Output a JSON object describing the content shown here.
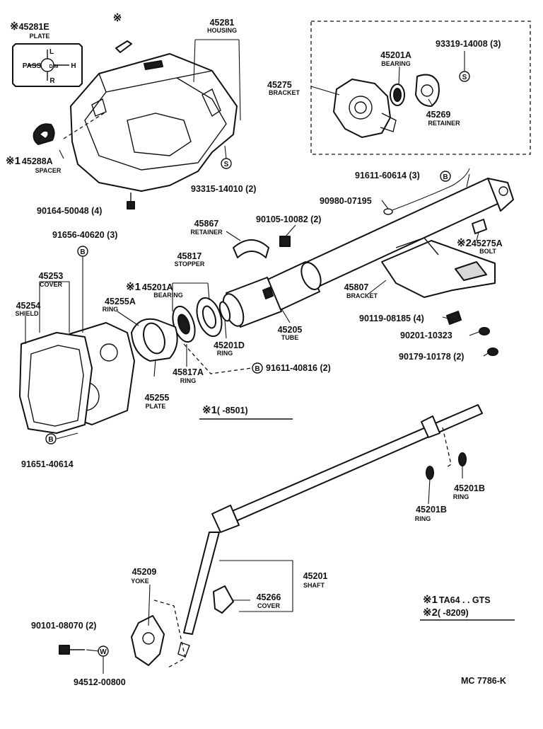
{
  "notes": {
    "n1_mark": "※1",
    "n1_text": "TA64 . . GTS",
    "n2_mark": "※2",
    "n2_text": "(        -8209)",
    "range_mark": "※1",
    "range_text": "(        -8501)",
    "catalog_code": "MC  7786-K"
  },
  "symbols": {
    "s": "S",
    "b": "B",
    "w": "W"
  },
  "mark": "※",
  "plate_label": {
    "line1": "L",
    "line2": "PASS",
    "line3": "DIM",
    "line4": "R",
    "line5": "H"
  },
  "parts": {
    "p45281e": {
      "mark": "※",
      "number": "45281E",
      "name": "PLATE"
    },
    "p45281": {
      "number": "45281",
      "name": "HOUSING"
    },
    "p45288a": {
      "mark": "※1",
      "number": "45288A",
      "name": "SPACER"
    },
    "p93315": {
      "number": "93315-14010 (2)"
    },
    "p90164": {
      "number": "90164-50048 (4)"
    },
    "p45275": {
      "number": "45275",
      "name": "BRACKET"
    },
    "p45201a_top": {
      "number": "45201A",
      "name": "BEARING"
    },
    "p93319": {
      "number": "93319-14008 (3)"
    },
    "p45269": {
      "number": "45269",
      "name": "RETAINER"
    },
    "p91611_60614": {
      "number": "91611-60614 (3)"
    },
    "p90980": {
      "number": "90980-07195"
    },
    "p45275a": {
      "mark": "※2",
      "number": "45275A",
      "name": "BOLT"
    },
    "p45867": {
      "number": "45867",
      "name": "RETAINER"
    },
    "p90105": {
      "number": "90105-10082 (2)"
    },
    "p91656": {
      "number": "91656-40620 (3)"
    },
    "p45817": {
      "number": "45817",
      "name": "STOPPER"
    },
    "p45253": {
      "number": "45253",
      "name": "COVER"
    },
    "p45201a_mid": {
      "mark": "※1",
      "number": "45201A",
      "name": "BEARING"
    },
    "p45254": {
      "number": "45254",
      "name": "SHIELD"
    },
    "p45255a": {
      "number": "45255A",
      "name": "RING"
    },
    "p45807": {
      "number": "45807",
      "name": "BRACKET"
    },
    "p90119": {
      "number": "90119-08185 (4)"
    },
    "p45205": {
      "number": "45205",
      "name": "TUBE"
    },
    "p45201d": {
      "number": "45201D",
      "name": "RING"
    },
    "p90201": {
      "number": "90201-10323"
    },
    "p90179": {
      "number": "90179-10178 (2)"
    },
    "p45817a": {
      "number": "45817A",
      "name": "RING"
    },
    "p91611_40816": {
      "number": "91611-40816 (2)"
    },
    "p45255": {
      "number": "45255",
      "name": "PLATE"
    },
    "p91651": {
      "number": "91651-40614"
    },
    "p45201b_r": {
      "number": "45201B",
      "name": "RING"
    },
    "p45201b_l": {
      "number": "45201B",
      "name": "RING"
    },
    "p45209": {
      "number": "45209",
      "name": "YOKE"
    },
    "p45201": {
      "number": "45201",
      "name": "SHAFT"
    },
    "p45266": {
      "number": "45266",
      "name": "COVER"
    },
    "p90101": {
      "number": "90101-08070 (2)"
    },
    "p94512": {
      "number": "94512-00800"
    }
  }
}
